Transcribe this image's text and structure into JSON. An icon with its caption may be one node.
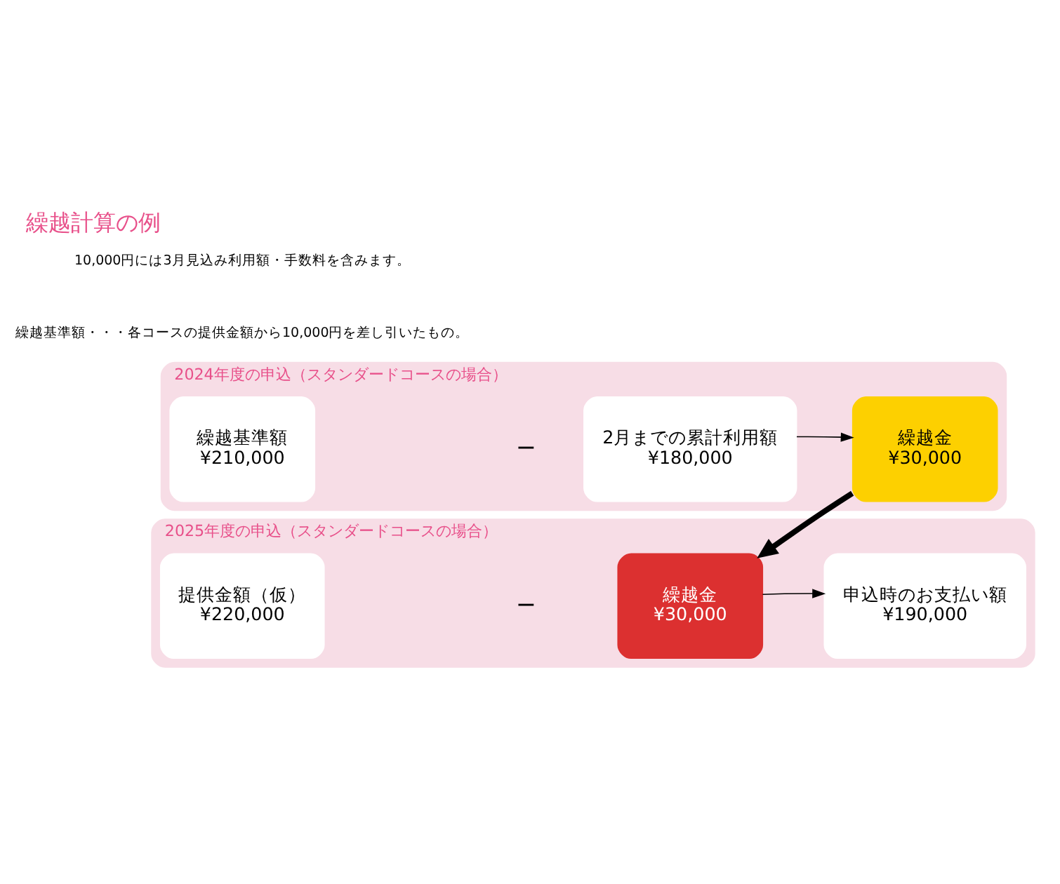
{
  "diagram": {
    "title": "繰越計算の例",
    "nodes": [
      {
        "text": [
          "2024年度の申込（スタンダードコースの場合）"
        ]
      },
      {
        "text": [
          "繰越基準額",
          "¥210,000"
        ],
        "in": 0
      },
      {
        "text": [
          "2月までの累計利用額",
          "¥180,000"
        ],
        "in": 0
      },
      {
        "text": [
          "繰越金",
          "¥30,000"
        ],
        "in": 0
      },
      {
        "text": [
          "2025年度の申込（スタンダードコースの場合）"
        ]
      },
      {
        "text": [
          "提供金額（仮）",
          "¥220,000"
        ],
        "in": 4
      },
      {
        "text": [
          "繰越金",
          "¥30,000"
        ],
        "in": 4
      },
      {
        "text": [
          "申込時のお支払い額",
          "¥190,000"
        ],
        "in": 4
      }
    ],
    "edges": [
      {
        "from": 2,
        "to": 3,
        "arrow": "to"
      },
      {
        "from": 6,
        "to": 7,
        "arrow": "to"
      },
      {
        "from": 3,
        "to": 6,
        "arrow": "to",
        "style": "thick"
      }
    ],
    "labels": [
      "−",
      "−",
      "繰越基準額・・・各コースの提供金額から10,000円を差し引いたもの。",
      "10,000円には3月見込み利用額・手数料を含みます。"
    ]
  }
}
